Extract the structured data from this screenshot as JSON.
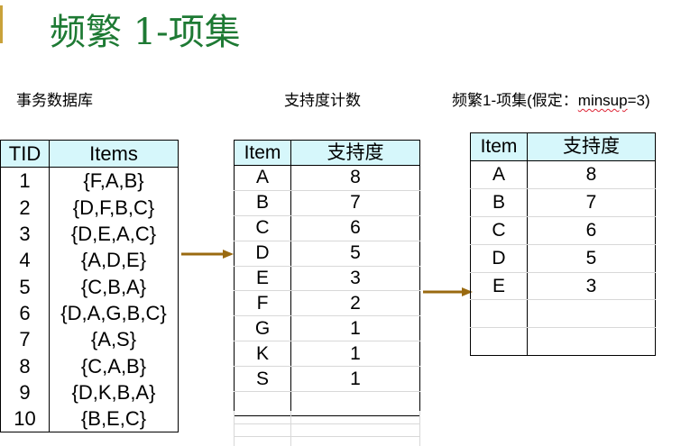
{
  "slide": {
    "title": "频繁 1-项集",
    "captions": {
      "database": "事务数据库",
      "support_count": "支持度计数",
      "frequent_prefix": "频繁1-项集(假定：",
      "frequent_minsup": "minsup",
      "frequent_suffix": "=3)"
    }
  },
  "database_table": {
    "headers": [
      "TID",
      "Items"
    ],
    "rows": [
      {
        "tid": "1",
        "items": "{F,A,B}"
      },
      {
        "tid": "2",
        "items": "{D,F,B,C}"
      },
      {
        "tid": "3",
        "items": "{D,E,A,C}"
      },
      {
        "tid": "4",
        "items": "{A,D,E}"
      },
      {
        "tid": "5",
        "items": "{C,B,A}"
      },
      {
        "tid": "6",
        "items": "{D,A,G,B,C}"
      },
      {
        "tid": "7",
        "items": "{A,S}"
      },
      {
        "tid": "8",
        "items": "{C,A,B}"
      },
      {
        "tid": "9",
        "items": "{D,K,B,A}"
      },
      {
        "tid": "10",
        "items": "{B,E,C}"
      }
    ]
  },
  "count_table": {
    "headers": [
      "Item",
      "支持度"
    ],
    "rows": [
      {
        "item": "A",
        "support": "8"
      },
      {
        "item": "B",
        "support": "7"
      },
      {
        "item": "C",
        "support": "6"
      },
      {
        "item": "D",
        "support": "5"
      },
      {
        "item": "E",
        "support": "3"
      },
      {
        "item": "F",
        "support": "2"
      },
      {
        "item": "G",
        "support": "1"
      },
      {
        "item": "K",
        "support": "1"
      },
      {
        "item": "S",
        "support": "1"
      },
      {
        "item": "",
        "support": ""
      }
    ]
  },
  "frequent_table": {
    "headers": [
      "Item",
      "支持度"
    ],
    "rows": [
      {
        "item": "A",
        "support": "8"
      },
      {
        "item": "B",
        "support": "7"
      },
      {
        "item": "C",
        "support": "6"
      },
      {
        "item": "D",
        "support": "5"
      },
      {
        "item": "E",
        "support": "3"
      },
      {
        "item": "",
        "support": ""
      },
      {
        "item": "",
        "support": ""
      }
    ]
  },
  "colors": {
    "title": "#1e7a34",
    "header_fill": "#d6f7fb",
    "arrow": "#9a6a10",
    "accent_bar": "#c9a23a"
  }
}
